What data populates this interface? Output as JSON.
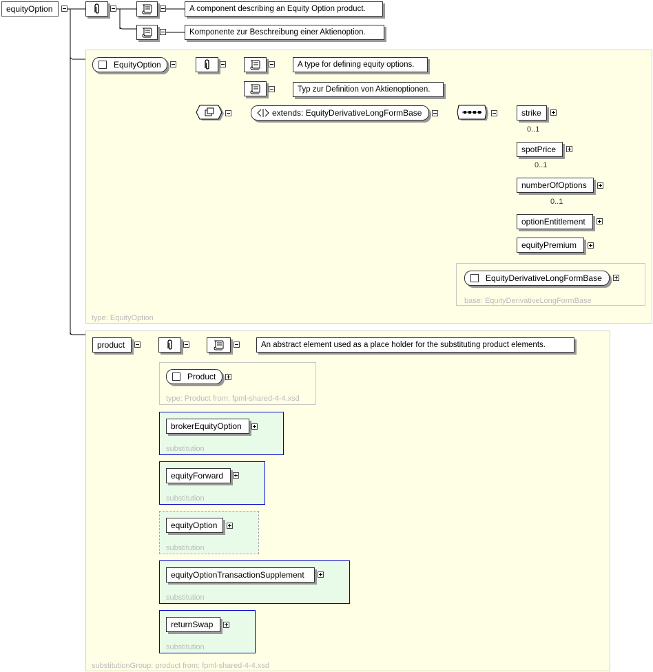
{
  "root": {
    "name": "equityOption",
    "doc_en": "A component describing an Equity Option product.",
    "doc_de": "Komponente zur Beschreibung einer Aktienoption."
  },
  "equity_type": {
    "name": "EquityOption",
    "doc_en": "A type for defining equity options.",
    "doc_de": "Typ zur Definition von Aktienoptionen.",
    "extends": "extends: EquityDerivativeLongFormBase",
    "children": [
      {
        "name": "strike",
        "card": "0..1"
      },
      {
        "name": "spotPrice",
        "card": "0..1"
      },
      {
        "name": "numberOfOptions",
        "card": "0..1"
      },
      {
        "name": "optionEntitlement",
        "card": ""
      },
      {
        "name": "equityPremium",
        "card": ""
      }
    ],
    "base_type": "EquityDerivativeLongFormBase",
    "base_label": "base: EquityDerivativeLongFormBase",
    "type_label": "type: EquityOption"
  },
  "product": {
    "name": "product",
    "doc": "An abstract element used as a place holder for the substituting product elements.",
    "type_name": "Product",
    "type_label": "type: Product from: fpml-shared-4-4.xsd",
    "substitution_label": "substitution",
    "substitutions": [
      "brokerEquityOption",
      "equityForward",
      "equityOption",
      "equityOptionTransactionSupplement",
      "returnSwap"
    ],
    "group_label": "substitutionGroup: product from: fpml-shared-4-4.xsd"
  },
  "colors": {
    "panel": "#ffffe6",
    "substitution_fill": "#e8fbe8",
    "substitution_border": "#0000cc"
  }
}
